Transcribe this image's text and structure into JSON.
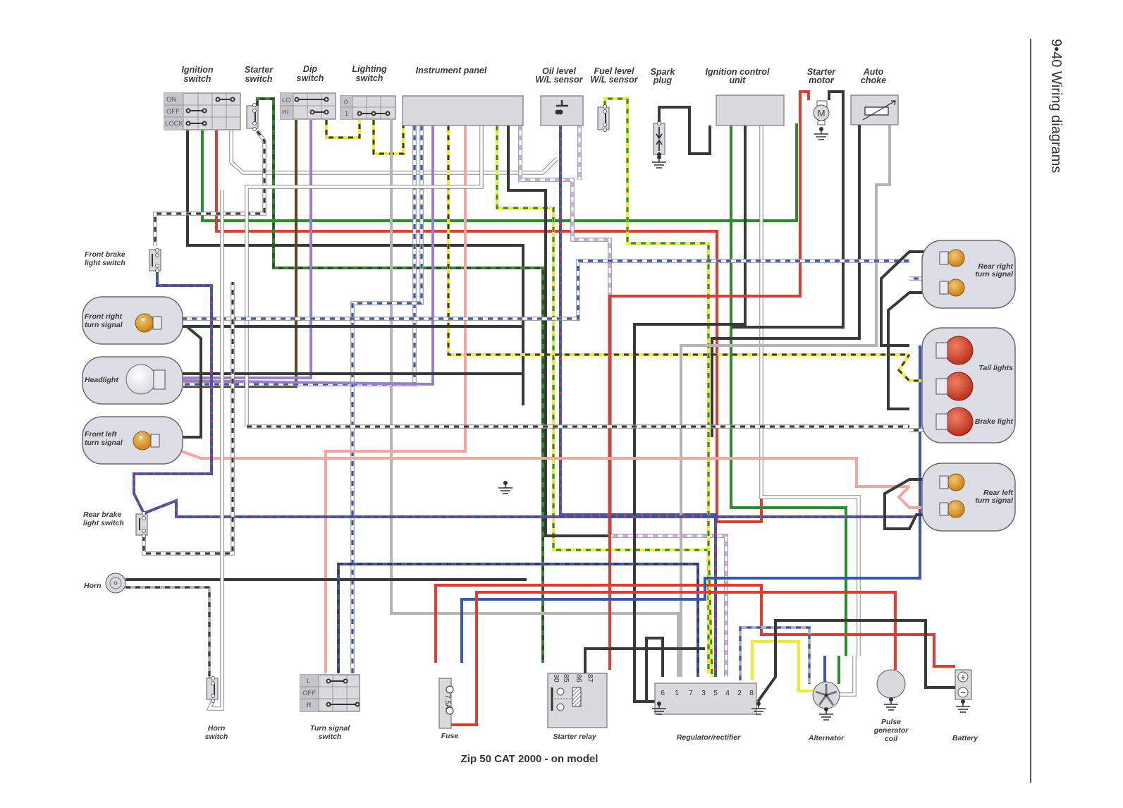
{
  "page": {
    "header": "9•40  Wiring diagrams",
    "title": "Zip 50 CAT 2000 - on model"
  },
  "components": {
    "ignition_switch": {
      "label_1": "Ignition",
      "label_2": "switch",
      "positions": [
        "ON",
        "OFF",
        "LOCK"
      ]
    },
    "starter_switch": {
      "label_1": "Starter",
      "label_2": "switch"
    },
    "dip_switch": {
      "label_1": "Dip",
      "label_2": "switch",
      "positions": [
        "LO",
        "HI"
      ]
    },
    "lighting_switch": {
      "label_1": "Lighting",
      "label_2": "switch",
      "positions": [
        "0",
        "1"
      ]
    },
    "instrument_panel": {
      "label": "Instrument panel"
    },
    "oil_level_sensor": {
      "label_1": "Oil level",
      "label_2": "W/L sensor"
    },
    "fuel_level_sensor": {
      "label_1": "Fuel level",
      "label_2": "W/L sensor"
    },
    "spark_plug": {
      "label_1": "Spark",
      "label_2": "plug"
    },
    "ignition_control_unit": {
      "label_1": "Ignition control",
      "label_2": "unit"
    },
    "starter_motor": {
      "label_1": "Starter",
      "label_2": "motor",
      "symbol": "M"
    },
    "auto_choke": {
      "label_1": "Auto",
      "label_2": "choke"
    },
    "front_brake_light_switch": {
      "label_1": "Front brake",
      "label_2": "light switch"
    },
    "front_right_turn_signal": {
      "label_1": "Front right",
      "label_2": "turn signal"
    },
    "headlight": {
      "label": "Headlight"
    },
    "front_left_turn_signal": {
      "label_1": "Front left",
      "label_2": "turn signal"
    },
    "rear_brake_light_switch": {
      "label_1": "Rear brake",
      "label_2": "light switch"
    },
    "horn": {
      "label": "Horn"
    },
    "horn_switch": {
      "label_1": "Horn",
      "label_2": "switch"
    },
    "turn_signal_switch": {
      "label_1": "Turn signal",
      "label_2": "switch",
      "positions": [
        "L",
        "OFF",
        "R"
      ]
    },
    "fuse": {
      "label": "Fuse",
      "rating": "7.5A"
    },
    "starter_relay": {
      "label": "Starter relay",
      "pins": [
        "30",
        "85",
        "86",
        "87"
      ]
    },
    "regulator_rectifier": {
      "label": "Regulator/rectifier",
      "pins": [
        "6",
        "1",
        "7",
        "3",
        "5",
        "4",
        "2",
        "8"
      ]
    },
    "alternator": {
      "label": "Alternator"
    },
    "pulse_generator_coil": {
      "label_1": "Pulse",
      "label_2": "generator",
      "label_3": "coil"
    },
    "battery": {
      "label": "Battery",
      "plus": "+",
      "minus": "−"
    },
    "rear_right_turn_signal": {
      "label_1": "Rear right",
      "label_2": "turn signal"
    },
    "tail_lights": {
      "label": "Tail lights"
    },
    "brake_light": {
      "label": "Brake light"
    },
    "rear_left_turn_signal": {
      "label_1": "Rear left",
      "label_2": "turn signal"
    }
  },
  "wire_colors": {
    "black": "#3a3a3a",
    "green": "#2e8b2e",
    "red": "#e23b30",
    "blue": "#3a56b0",
    "violet": "#9a7fce",
    "pink": "#f4a6a0",
    "yellow": "#f2ea2a",
    "white": "#ffffff",
    "grey": "#b5b5b5",
    "brown": "#5a4a20",
    "lilac": "#c8a8e8"
  }
}
